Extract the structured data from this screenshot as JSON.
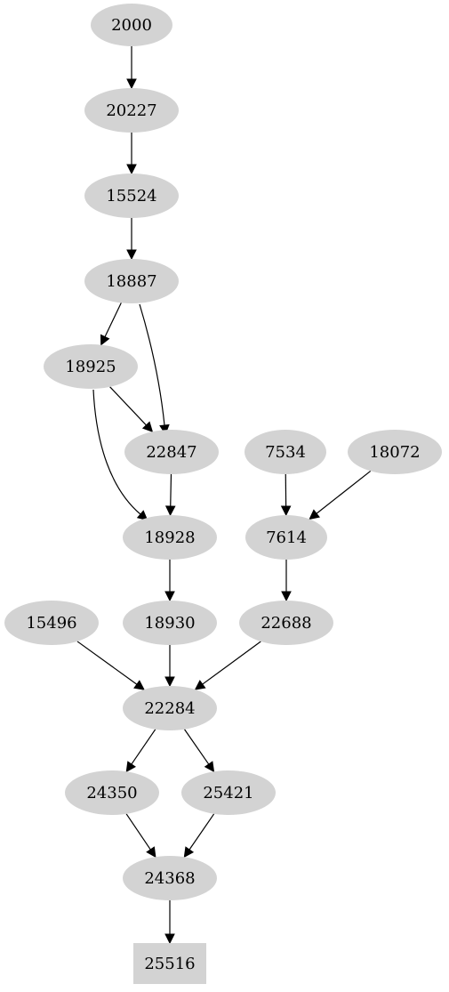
{
  "graph": {
    "nodes": [
      {
        "id": "n2000",
        "label": "2000",
        "shape": "ellipse"
      },
      {
        "id": "n20227",
        "label": "20227",
        "shape": "ellipse"
      },
      {
        "id": "n15524",
        "label": "15524",
        "shape": "ellipse"
      },
      {
        "id": "n18887",
        "label": "18887",
        "shape": "ellipse"
      },
      {
        "id": "n18925",
        "label": "18925",
        "shape": "ellipse"
      },
      {
        "id": "n22847",
        "label": "22847",
        "shape": "ellipse"
      },
      {
        "id": "n7534",
        "label": "7534",
        "shape": "ellipse"
      },
      {
        "id": "n18072",
        "label": "18072",
        "shape": "ellipse"
      },
      {
        "id": "n18928",
        "label": "18928",
        "shape": "ellipse"
      },
      {
        "id": "n7614",
        "label": "7614",
        "shape": "ellipse"
      },
      {
        "id": "n15496",
        "label": "15496",
        "shape": "ellipse"
      },
      {
        "id": "n18930",
        "label": "18930",
        "shape": "ellipse"
      },
      {
        "id": "n22688",
        "label": "22688",
        "shape": "ellipse"
      },
      {
        "id": "n22284",
        "label": "22284",
        "shape": "ellipse"
      },
      {
        "id": "n24350",
        "label": "24350",
        "shape": "ellipse"
      },
      {
        "id": "n25421",
        "label": "25421",
        "shape": "ellipse"
      },
      {
        "id": "n24368",
        "label": "24368",
        "shape": "ellipse"
      },
      {
        "id": "n25516",
        "label": "25516",
        "shape": "box"
      }
    ],
    "edges": [
      {
        "from": "n2000",
        "to": "n20227"
      },
      {
        "from": "n20227",
        "to": "n15524"
      },
      {
        "from": "n15524",
        "to": "n18887"
      },
      {
        "from": "n18887",
        "to": "n18925"
      },
      {
        "from": "n18887",
        "to": "n22847"
      },
      {
        "from": "n18925",
        "to": "n22847"
      },
      {
        "from": "n18925",
        "to": "n18928"
      },
      {
        "from": "n22847",
        "to": "n18928"
      },
      {
        "from": "n7534",
        "to": "n7614"
      },
      {
        "from": "n18072",
        "to": "n7614"
      },
      {
        "from": "n18928",
        "to": "n18930"
      },
      {
        "from": "n7614",
        "to": "n22688"
      },
      {
        "from": "n15496",
        "to": "n22284"
      },
      {
        "from": "n18930",
        "to": "n22284"
      },
      {
        "from": "n22688",
        "to": "n22284"
      },
      {
        "from": "n22284",
        "to": "n24350"
      },
      {
        "from": "n22284",
        "to": "n25421"
      },
      {
        "from": "n24350",
        "to": "n24368"
      },
      {
        "from": "n25421",
        "to": "n24368"
      },
      {
        "from": "n24368",
        "to": "n25516"
      }
    ],
    "colors": {
      "node_fill": "#d3d3d3",
      "edge": "#000000",
      "text": "#000000"
    }
  }
}
